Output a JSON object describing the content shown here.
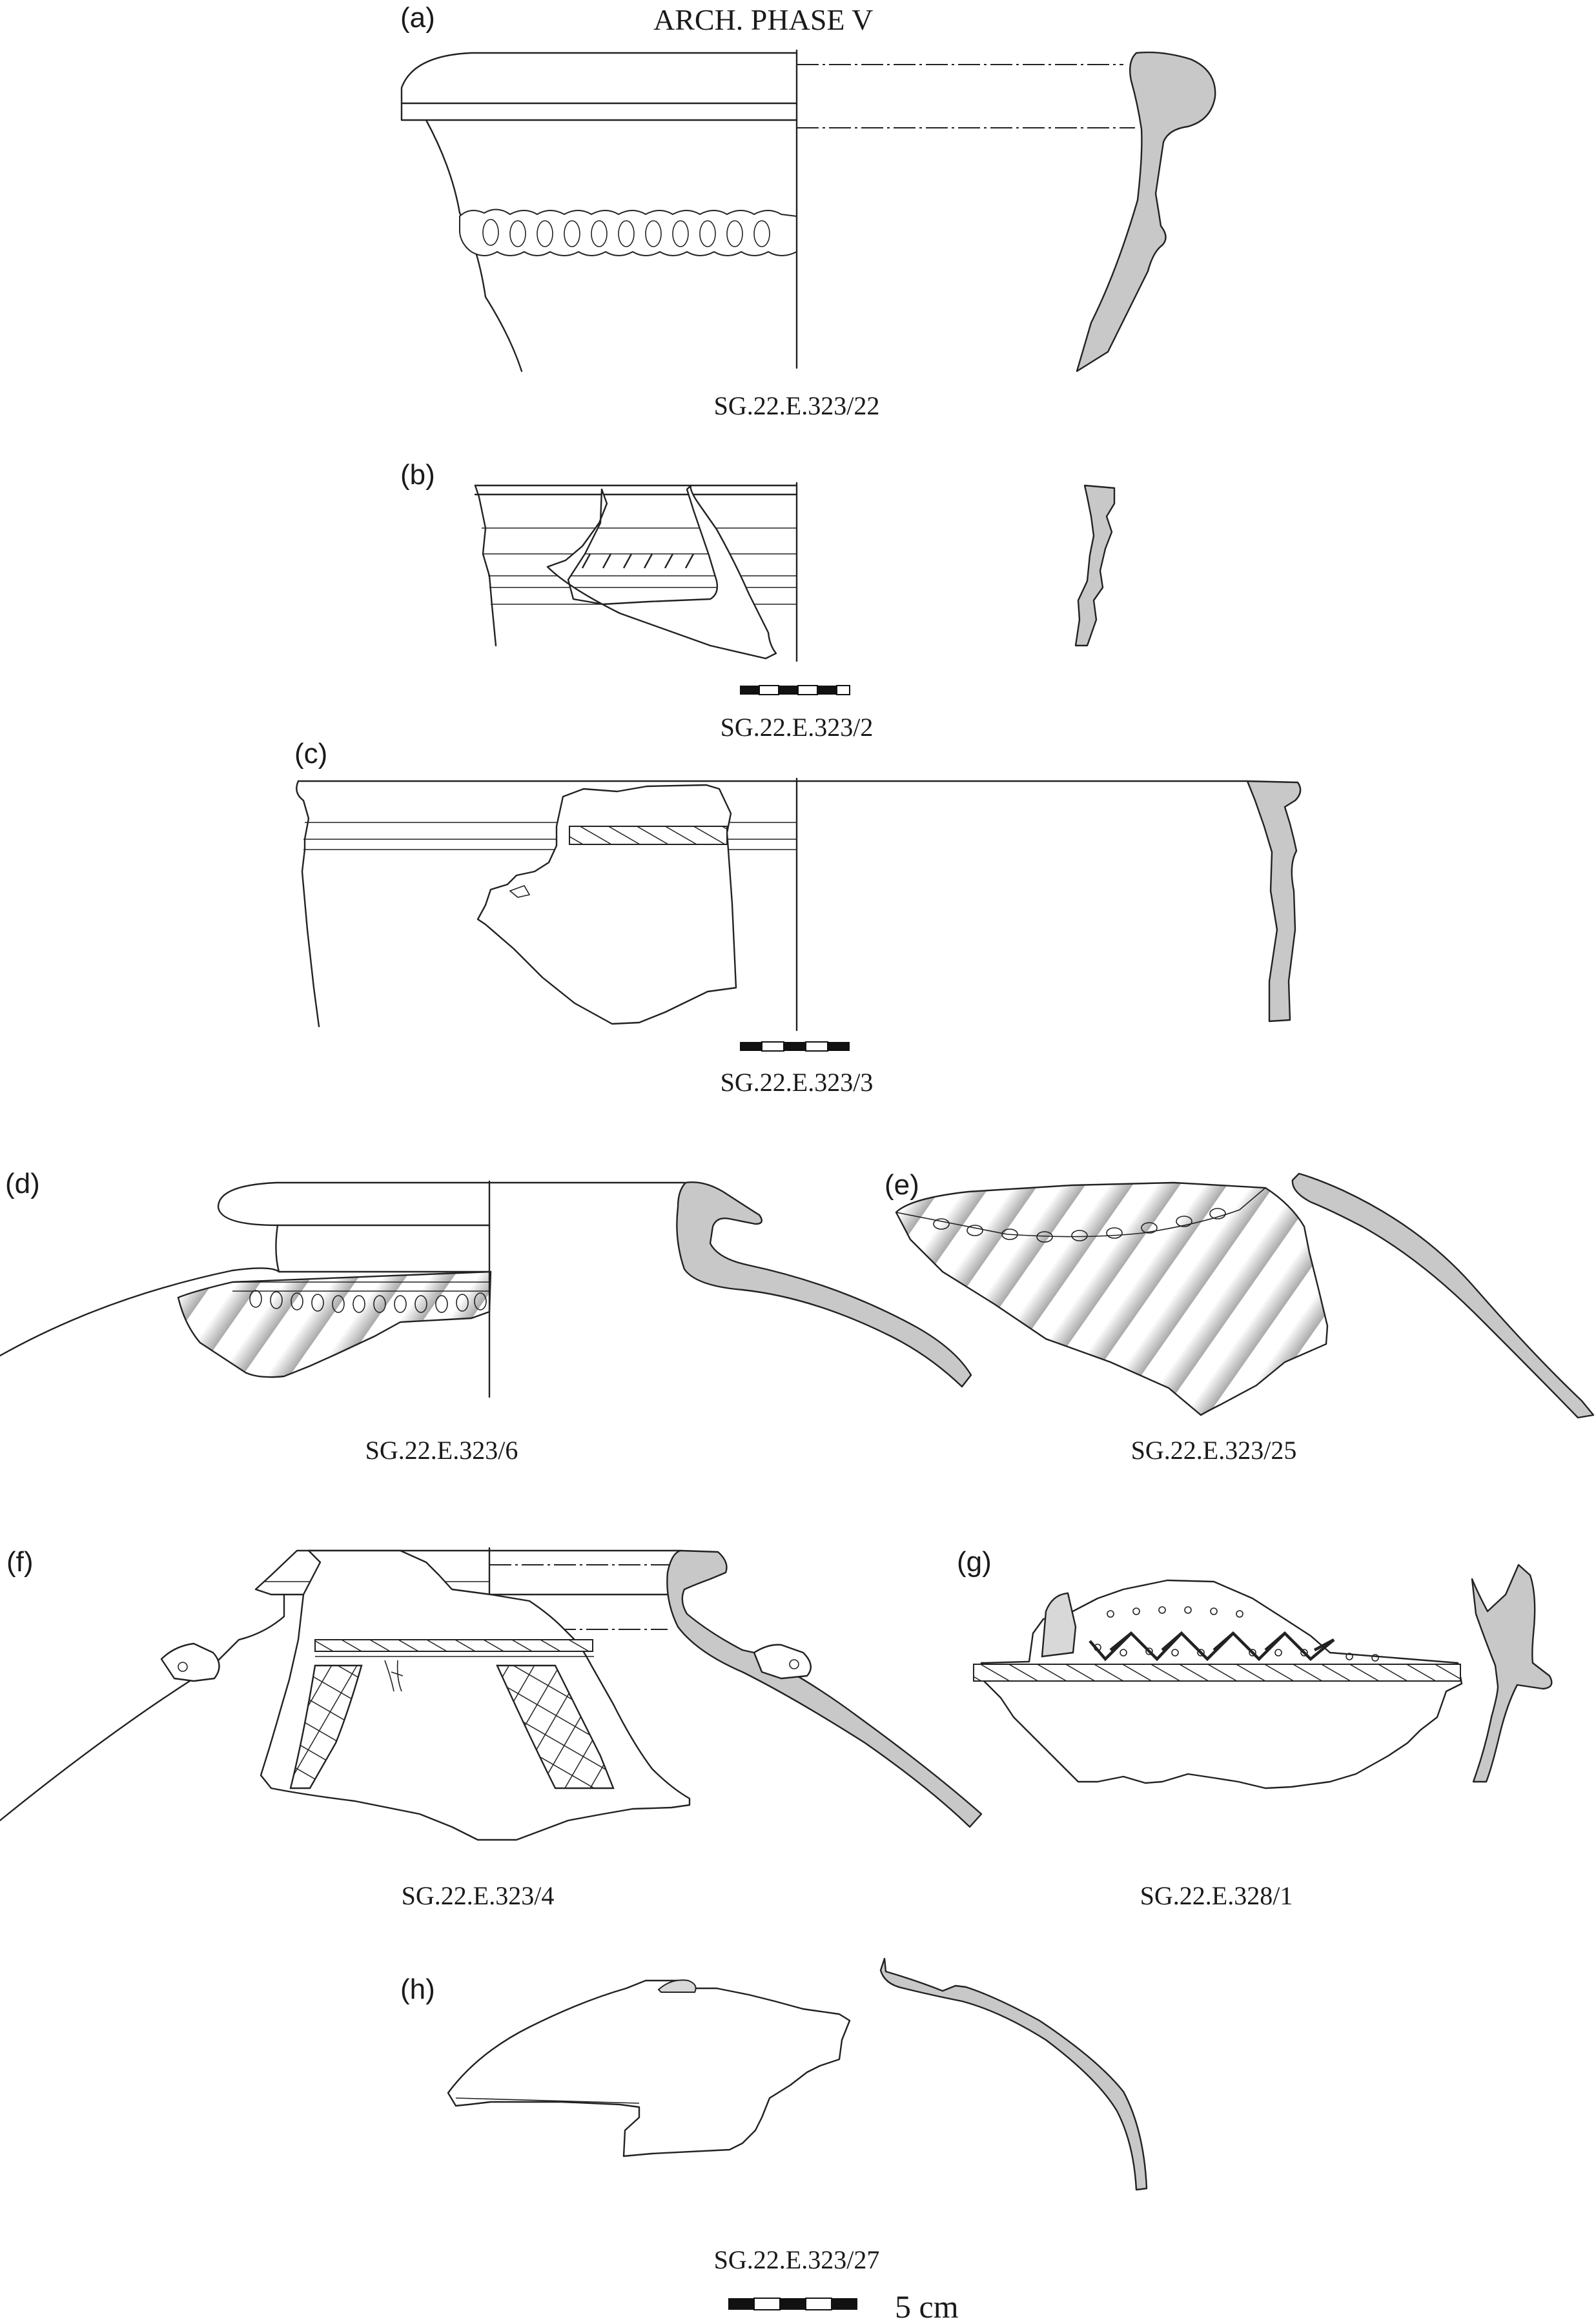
{
  "title": "ARCH. PHASE V",
  "figures": [
    {
      "label": "(a)",
      "catalogue": "SG.22.E.323/22"
    },
    {
      "label": "(b)",
      "catalogue": "SG.22.E.323/2"
    },
    {
      "label": "(c)",
      "catalogue": "SG.22.E.323/3"
    },
    {
      "label": "(d)",
      "catalogue": "SG.22.E.323/6"
    },
    {
      "label": "(e)",
      "catalogue": "SG.22.E.323/25"
    },
    {
      "label": "(f)",
      "catalogue": "SG.22.E.323/4"
    },
    {
      "label": "(g)",
      "catalogue": "SG.22.E.328/1"
    },
    {
      "label": "(h)",
      "catalogue": "SG.22.E.323/27"
    }
  ],
  "scale_bar": {
    "label": "5 cm"
  },
  "colors": {
    "line": "#222222",
    "section_fill": "#c8c8c8",
    "background": "#ffffff"
  }
}
